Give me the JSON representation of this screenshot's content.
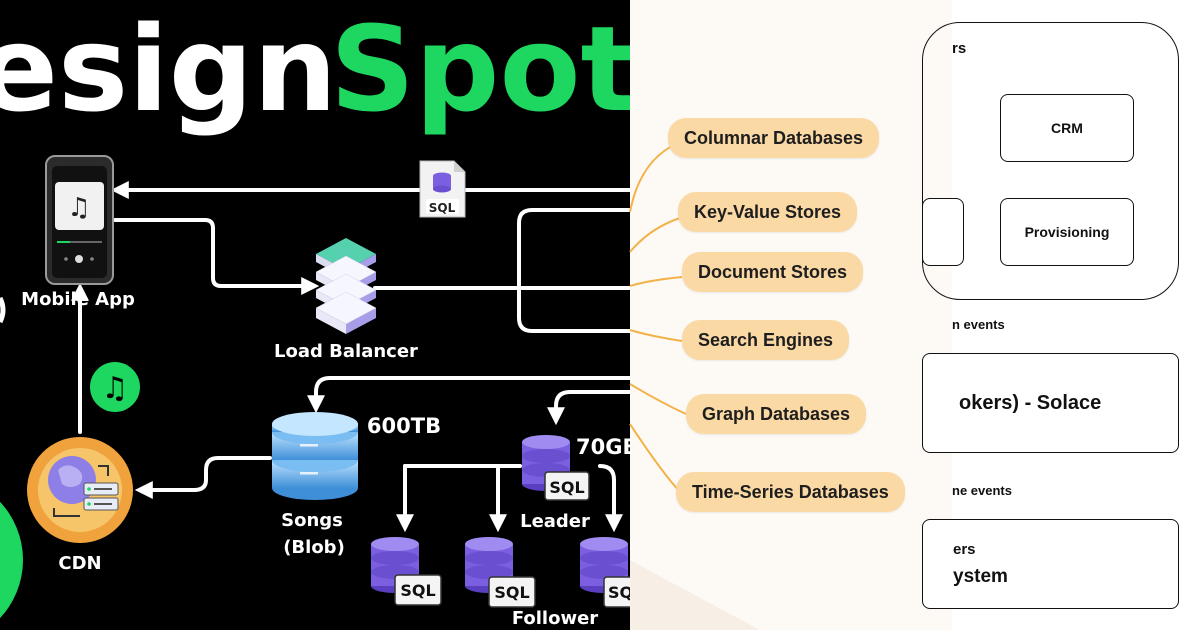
{
  "left": {
    "title_white": "esign",
    "title_green": "Spot",
    "nodes": {
      "mobile_app": "Mobile App",
      "load_balancer": "Load Balancer",
      "cdn": "CDN",
      "songs": "Songs",
      "songs_sub": "(Blob)",
      "songs_size": "600TB",
      "leader": "Leader",
      "leader_size": "70GB",
      "follower": "Follower",
      "sql": "SQL",
      "sql_cut": "SQ"
    },
    "colors": {
      "green": "#1ed760",
      "purple": "#7b5fe0",
      "blue": "#4aa3e6"
    }
  },
  "middle": {
    "items": [
      "Columnar Databases",
      "Key-Value Stores",
      "Document Stores",
      "Search Engines",
      "Graph Databases",
      "Time-Series Databases"
    ],
    "colors": {
      "pill": "#fbd9a4",
      "line": "#f2b248"
    }
  },
  "right": {
    "section_top": "rs",
    "crm": "CRM",
    "provisioning": "Provisioning",
    "label_events_1": "n events",
    "solace": "okers) - Solace",
    "label_events_2": "ne events",
    "bottom_line1": "ers",
    "bottom_line2": "ystem"
  }
}
